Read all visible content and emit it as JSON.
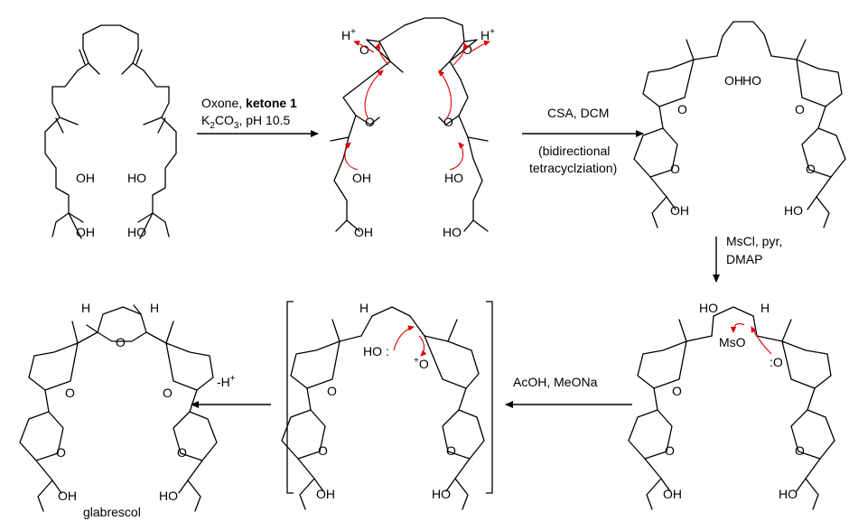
{
  "compounds": {
    "glabrescol_label": "glabrescol"
  },
  "atoms": {
    "OH": "OH",
    "HO": "HO",
    "O": "O",
    "H": "H",
    "MsO": "MsO",
    "H_plus_base": "H",
    "plus": "+",
    "minus_H_base": "-H",
    "colon": ":",
    "dots": "··"
  },
  "steps": {
    "step1": {
      "line1_a": "Oxone, ",
      "line1_b": "ketone 1",
      "line2_a": "K",
      "line2_sub": "2",
      "line2_b": "CO",
      "line2_sub2": "3",
      "line2_c": ", pH 10.5"
    },
    "step2": {
      "line1": "CSA, DCM",
      "line2": "(bidirectional",
      "line3": "tetracyclziation)"
    },
    "step3": {
      "line1": "MsCl, pyr,",
      "line2": "DMAP"
    },
    "step4": {
      "line1": "AcOH, MeONa"
    },
    "step5": {
      "label_a": "-H",
      "label_sup": "+"
    }
  },
  "colors": {
    "bond": "#000000",
    "curly_arrow": "#e00000"
  }
}
